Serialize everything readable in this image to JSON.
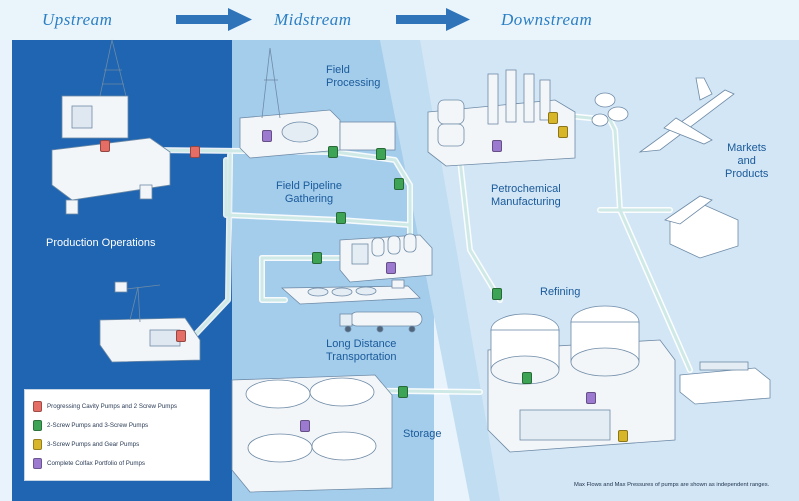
{
  "headers": {
    "upstream": "Upstream",
    "midstream": "Midstream",
    "downstream": "Downstream"
  },
  "labels": {
    "field_processing": "Field\nProcessing",
    "field_pipeline_gathering": "Field Pipeline\nGathering",
    "long_distance_transportation": "Long Distance\nTransportation",
    "storage": "Storage",
    "production_operations": "Production Operations",
    "petrochemical_manufacturing": "Petrochemical\nManufacturing",
    "refining": "Refining",
    "markets_and_products": "Markets\nand\nProducts"
  },
  "legend": {
    "items": [
      {
        "label": "Progressing Cavity Pumps and 2 Screw Pumps",
        "color": "#e46d66"
      },
      {
        "label": "2-Screw Pumps and 3-Screw Pumps",
        "color": "#3ea455"
      },
      {
        "label": "3-Screw Pumps and Gear Pumps",
        "color": "#d8b62a"
      },
      {
        "label": "Complete Colfax Portfolio of Pumps",
        "color": "#9b7ad0"
      }
    ]
  },
  "footnote": "Max Flows and Max Pressures of pumps are shown as independent ranges.",
  "colors": {
    "upstream_panel": "#1f65b1",
    "midstream_panel": "#a4cdec",
    "downstream_panel": "#d3e6f5",
    "pipe": "#d9f0ee",
    "header_text": "#2b7fc4",
    "arrow": "#2f74b8"
  }
}
